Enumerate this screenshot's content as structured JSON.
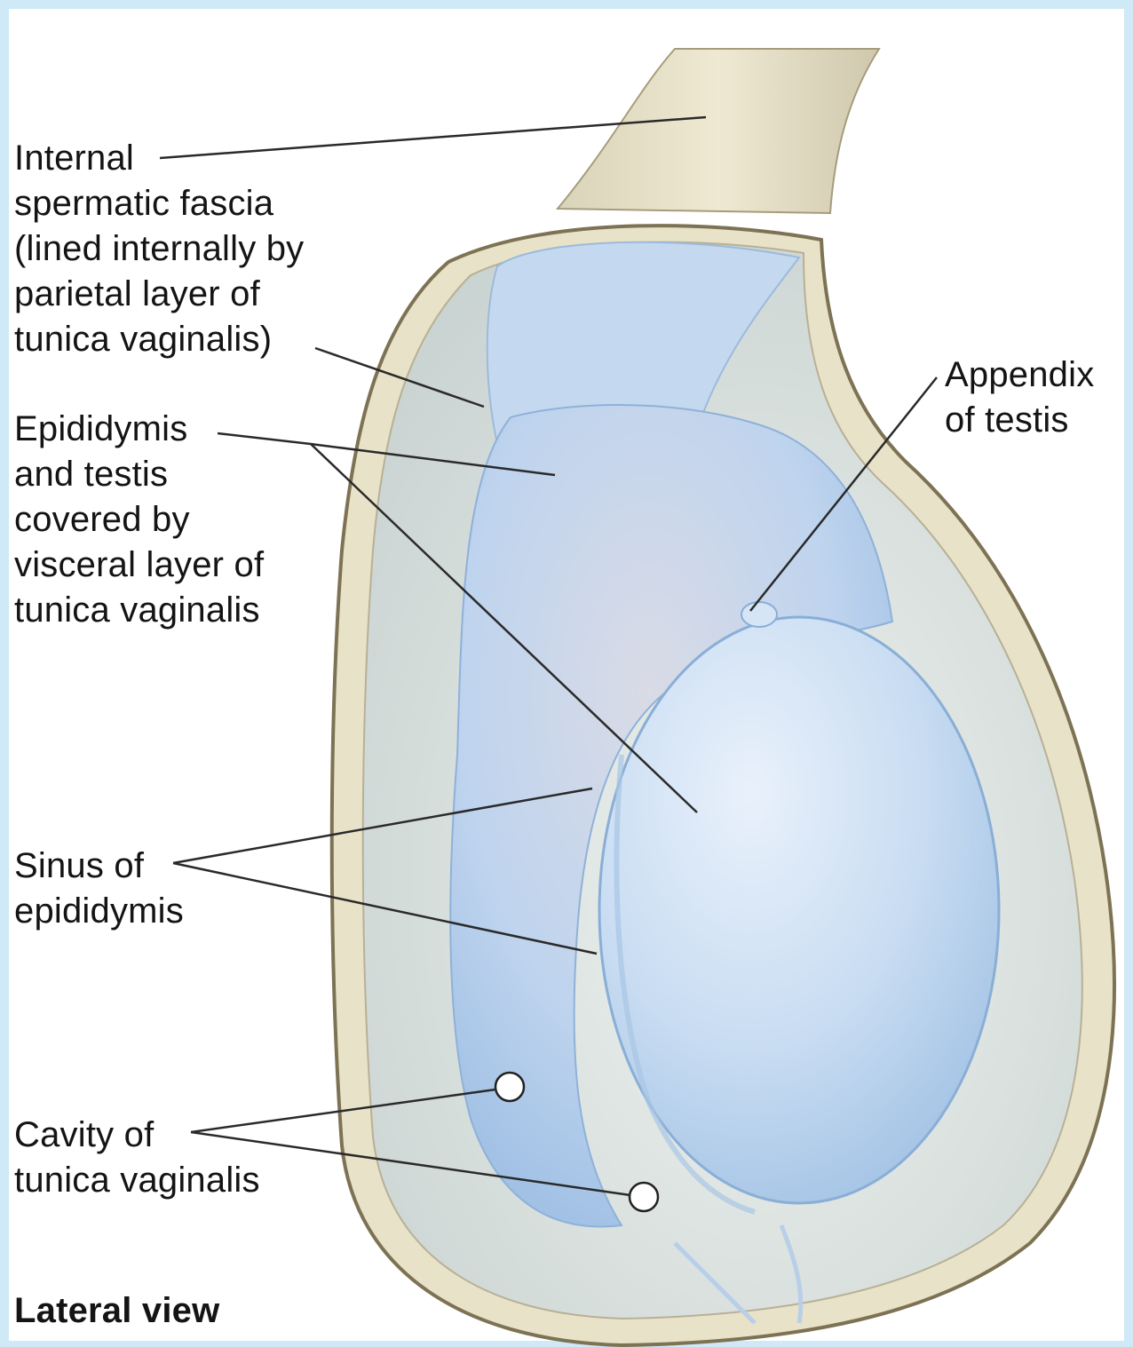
{
  "labels": {
    "internal_fascia": "Internal\nspermatic fascia\n(lined internally by\nparietal layer of\ntunica vaginalis)",
    "epididymis_testis": "Epididymis\nand testis\ncovered by\nvisceral layer of\ntunica vaginalis",
    "appendix": "Appendix\nof testis",
    "sinus": "Sinus of\nepididymis",
    "cavity": "Cavity of\ntunica vaginalis",
    "view": "Lateral view"
  },
  "colors": {
    "page_border": "#cfe9f7",
    "fascia_outer": "#ece6cf",
    "fascia_edge": "#7d7254",
    "cavity_wall": "#dfe6e4",
    "tunica_blue": "#b9d6f1",
    "testis_blue": "#c7dcf3",
    "leader_line": "#2a2a2a"
  }
}
